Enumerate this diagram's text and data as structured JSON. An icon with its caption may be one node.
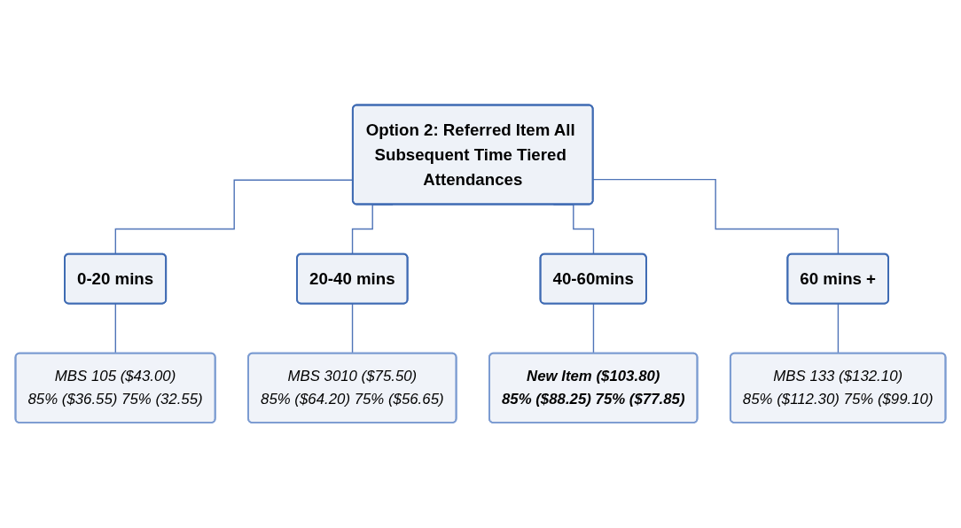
{
  "diagram": {
    "nodes": [
      {
        "text": [
          "Option 2: Referred Item All Subsequent Time Tiered Attendances"
        ]
      },
      {
        "text": [
          "0-20 mins"
        ]
      },
      {
        "text": [
          "20-40 mins"
        ]
      },
      {
        "text": [
          "40-60mins"
        ]
      },
      {
        "text": [
          "60 mins +"
        ]
      },
      {
        "text": [
          "MBS 105 ($43.00)",
          "85% ($36.55) 75% (32.55)"
        ]
      },
      {
        "text": [
          "MBS 3010 ($75.50)",
          "85% ($64.20) 75% ($56.65)"
        ]
      },
      {
        "text": [
          "New Item ($103.80)",
          "85% ($88.25) 75% ($77.85)"
        ]
      },
      {
        "text": [
          "MBS 133 ($132.10)",
          "85% ($112.30) 75% ($99.10)"
        ]
      }
    ],
    "edges": [
      {
        "from": 0,
        "to": 1,
        "arrow": "none"
      },
      {
        "from": 0,
        "to": 2,
        "arrow": "none"
      },
      {
        "from": 0,
        "to": 3,
        "arrow": "none"
      },
      {
        "from": 0,
        "to": 4,
        "arrow": "none"
      },
      {
        "from": 1,
        "to": 5,
        "arrow": "none"
      },
      {
        "from": 2,
        "to": 6,
        "arrow": "none"
      },
      {
        "from": 3,
        "to": 7,
        "arrow": "none"
      },
      {
        "from": 4,
        "to": 8,
        "arrow": "none"
      }
    ]
  }
}
